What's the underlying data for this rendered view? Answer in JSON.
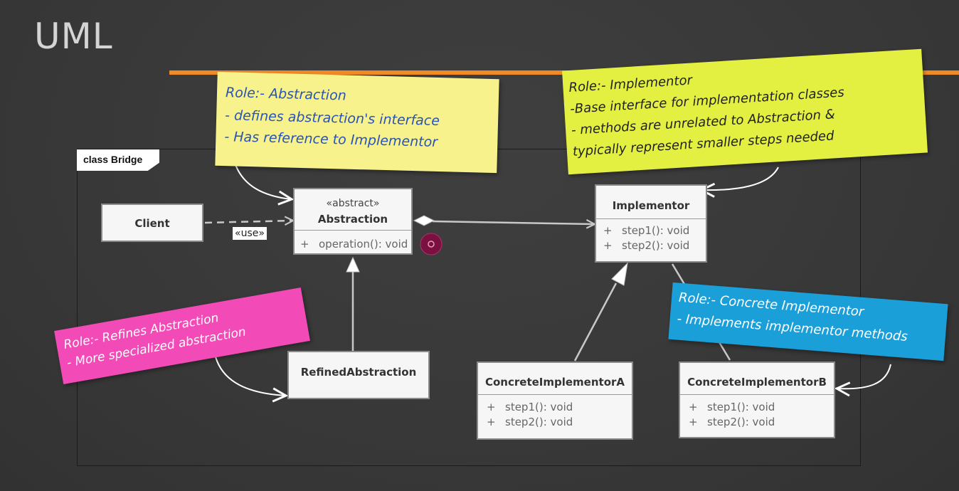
{
  "slide": {
    "title": "UML"
  },
  "frame": {
    "label": "class Bridge"
  },
  "classes": {
    "client": {
      "name": "Client"
    },
    "abstraction": {
      "stereotype": "«abstract»",
      "name": "Abstraction",
      "ops": [
        "operation(): void"
      ]
    },
    "implementor": {
      "name": "Implementor",
      "ops": [
        "step1(): void",
        "step2(): void"
      ]
    },
    "refined": {
      "name": "RefinedAbstraction"
    },
    "concreteA": {
      "name": "ConcreteImplementorA",
      "ops": [
        "step1(): void",
        "step2(): void"
      ]
    },
    "concreteB": {
      "name": "ConcreteImplementorB",
      "ops": [
        "step1(): void",
        "step2(): void"
      ]
    }
  },
  "op_prefix": "+",
  "relations": {
    "use_label": "«use»"
  },
  "notes": {
    "abstraction": {
      "color": "#f7f28c",
      "text_color": "#2a53b8",
      "lines": [
        "Role:- Abstraction",
        " - defines abstraction's interface",
        "- Has reference to Implementor"
      ]
    },
    "implementor": {
      "color": "#e3f042",
      "text_color": "#222222",
      "lines": [
        "Role:- Implementor",
        "-Base interface for implementation classes",
        "- methods are unrelated to Abstraction &",
        "typically represent smaller steps needed"
      ]
    },
    "refined": {
      "color": "#f24ab6",
      "text_color": "#ffffff",
      "lines": [
        "Role:- Refines Abstraction",
        "- More specialized abstraction"
      ]
    },
    "concrete": {
      "color": "#1a9fd9",
      "text_color": "#ffffff",
      "lines": [
        "Role:- Concrete Implementor",
        "- Implements implementor methods"
      ]
    }
  },
  "colors": {
    "accent": "#f08a24",
    "background": "#3a3a3a",
    "cursor_marker": "#7a1040"
  }
}
